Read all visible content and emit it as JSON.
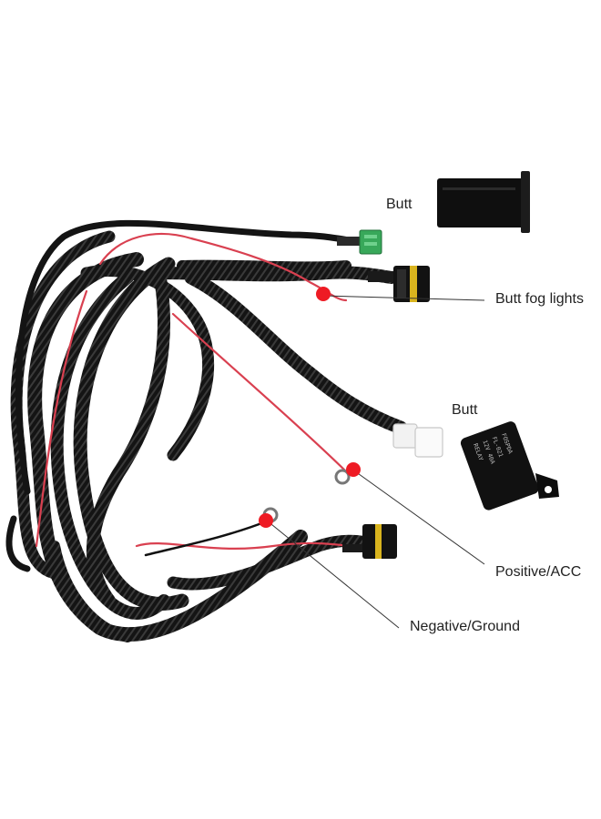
{
  "labels": {
    "switch_top": "Butt",
    "fog_lights": "Butt fog lights",
    "relay": "Butt",
    "positive": "Positive/ACC",
    "negative": "Negative/Ground"
  },
  "relay_marking": [
    "FOSPDA",
    "FL-021",
    "12V 40A",
    "RELAY"
  ],
  "colors": {
    "harness": "#161616",
    "red_wire": "#d94050",
    "marker": "#ee1b24",
    "leader": "#333333",
    "green_connector": "#38a85a"
  }
}
